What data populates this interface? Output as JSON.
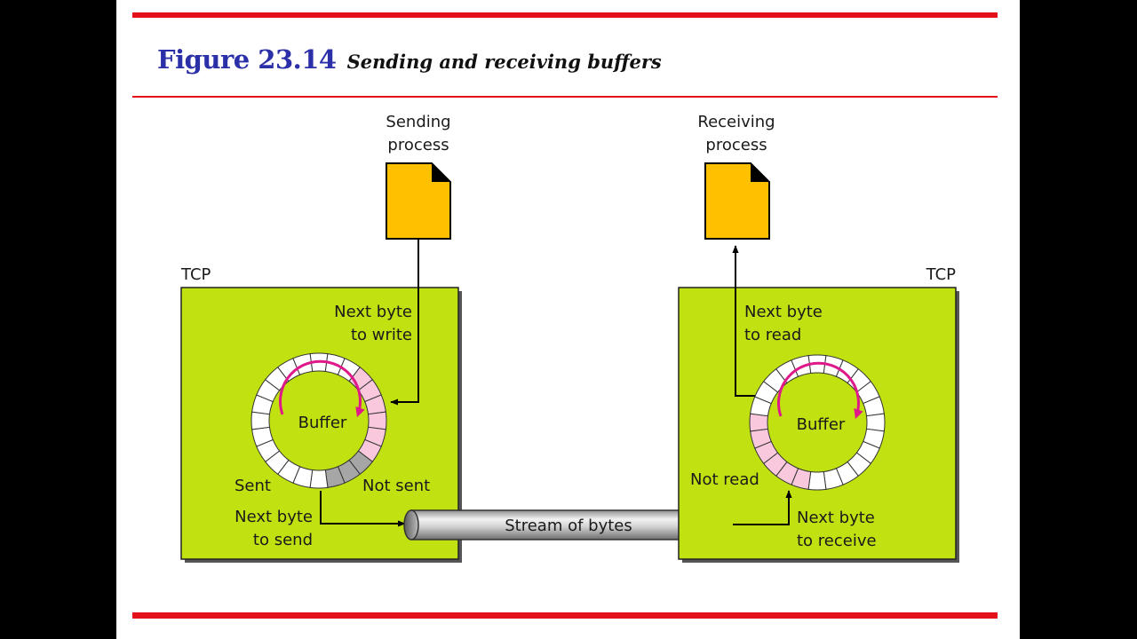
{
  "title": {
    "figure_number": "Figure 23.14",
    "caption": "Sending and receiving buffers"
  },
  "sender": {
    "process_label_line1": "Sending",
    "process_label_line2": "process",
    "tcp_label": "TCP",
    "pointer_label_line1": "Next byte",
    "pointer_label_line2": "to write",
    "buffer_label": "Buffer",
    "sent_label": "Sent",
    "not_sent_label": "Not sent",
    "send_pointer_line1": "Next byte",
    "send_pointer_line2": "to send"
  },
  "receiver": {
    "process_label_line1": "Receiving",
    "process_label_line2": "process",
    "tcp_label": "TCP",
    "pointer_label_line1": "Next byte",
    "pointer_label_line2": "to read",
    "buffer_label": "Buffer",
    "not_read_label": "Not read",
    "receive_pointer_line1": "Next byte",
    "receive_pointer_line2": "to receive"
  },
  "stream_label": "Stream of bytes",
  "colors": {
    "tcp_box": "#c2e111",
    "document": "#ffc000",
    "sent_segment": "#a6a6a6",
    "unsent_segment": "#f9c8dc",
    "empty_segment": "#ffffff",
    "rotation_arrow": "#e0198a",
    "title_blue": "#2b2fa8",
    "accent_red": "#e3101b"
  }
}
